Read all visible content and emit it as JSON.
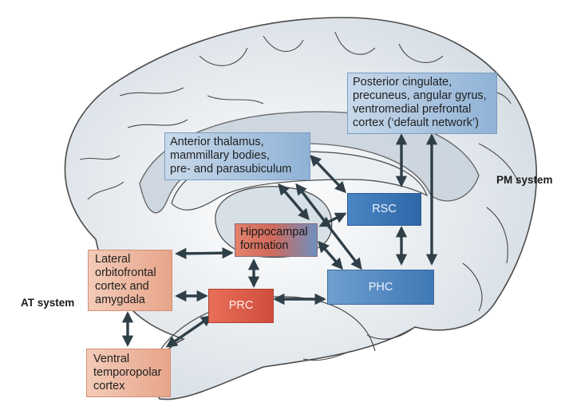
{
  "nodes": {
    "posterior_cingulate": "Posterior cingulate,\nprecuneus, angular gyrus,\nventromedial prefrontal\ncortex (‘default network’)",
    "anterior_thalamus": "Anterior thalamus,\nmammillary bodies,\npre- and parasubiculum",
    "rsc": "RSC",
    "hippocampal_formation": "Hippocampal\nformation",
    "lateral_orbitofrontal": "Lateral\norbitofrontal\ncortex and\namygdala",
    "prc": "PRC",
    "phc": "PHC",
    "ventral_temporopolar": "Ventral\ntemporopolar\ncortex"
  },
  "systems": {
    "pm": "PM system",
    "at": "AT system"
  },
  "colors": {
    "arrow": "#2f3f48",
    "brain_fill": "#dfe5ea",
    "brain_outline": "#4a4a4a"
  }
}
